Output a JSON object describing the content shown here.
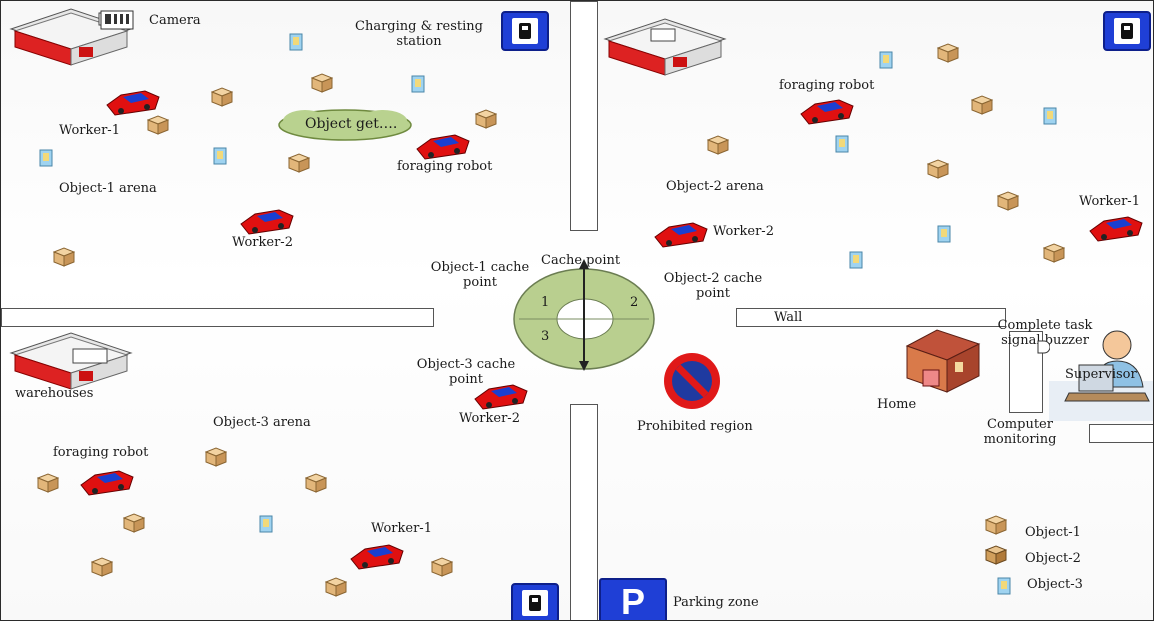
{
  "labels": {
    "camera": "Camera",
    "charging_station": "Charging & resting\nstation",
    "worker1_a": "Worker-1",
    "worker2_a": "Worker-2",
    "object1_arena": "Object-1 arena",
    "object_get": "Object get….",
    "foraging_robot_a": "foraging robot",
    "foraging_robot_b": "foraging robot",
    "object2_arena": "Object-2 arena",
    "worker2_b": "Worker-2",
    "worker1_b": "Worker-1",
    "cache_point": "Cache point",
    "object1_cache": "Object-1 cache\npoint",
    "object2_cache": "Object-2 cache\npoint",
    "object3_cache": "Object-3 cache\npoint",
    "sector1": "1",
    "sector2": "2",
    "sector3": "3",
    "wall": "Wall",
    "complete_task": "Complete task\nsignal buzzer",
    "supervisor": "Supervisor",
    "home": "Home",
    "computer_monitoring": "Computer\nmonitoring",
    "warehouses": "warehouses",
    "object3_arena": "Object-3 arena",
    "foraging_robot_c": "foraging robot",
    "worker2_c": "Worker-2",
    "prohibited_region": "Prohibited region",
    "worker1_c": "Worker-1",
    "parking_zone": "Parking zone",
    "legend_object1": "Object-1",
    "legend_object2": "Object-2",
    "legend_object3": "Object-3",
    "parking_sign": "P"
  },
  "colors": {
    "car_red": "#e01010",
    "car_blue": "#1a3fd0",
    "gas_blue": "#1f3fd6",
    "cache_ring": "#b9cf8f",
    "cloud": "#b9d28f",
    "prohibited_red": "#e01919",
    "prohibited_blue": "#1f3aa0",
    "box_tan": "#e2b67a",
    "bottle_blue": "#9fd3f0"
  },
  "icons": [
    "camera-icon",
    "gas-station-icon",
    "car-icon",
    "box-icon",
    "bottle-icon",
    "shop-icon",
    "home-icon",
    "supervisor-icon",
    "prohibited-sign-icon",
    "parking-sign-icon",
    "cloud-icon",
    "buzzer-icon"
  ]
}
